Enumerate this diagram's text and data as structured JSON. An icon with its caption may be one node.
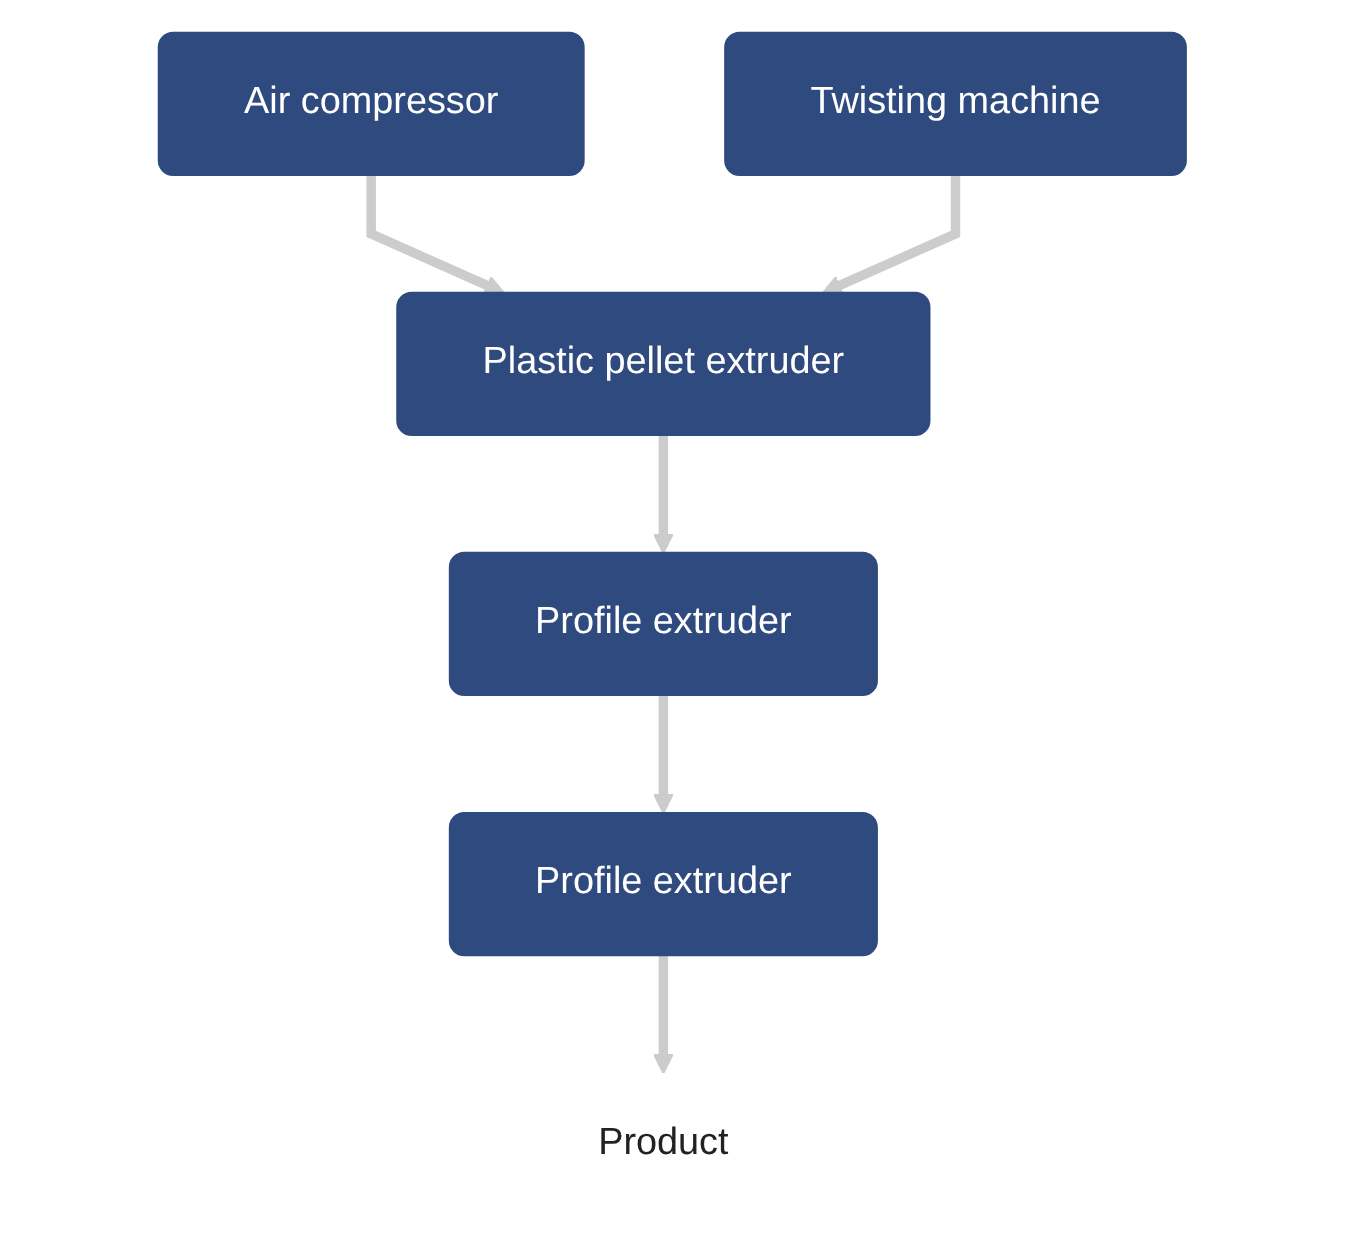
{
  "diagram": {
    "nodes": [
      {
        "text": [
          "Air compressor"
        ]
      },
      {
        "text": [
          "Plastic pellet extruder"
        ]
      },
      {
        "text": [
          "Profile extruder"
        ]
      },
      {
        "text": [
          "Twisting machine"
        ]
      },
      {
        "text": [
          "Profile extruder"
        ]
      },
      {
        "text": [
          "Product"
        ]
      }
    ],
    "edges": [
      {
        "from": 0,
        "to": 1,
        "arrow": "to"
      },
      {
        "from": 3,
        "to": 1,
        "arrow": "to"
      },
      {
        "from": 1,
        "to": 2,
        "arrow": "to"
      },
      {
        "from": 2,
        "to": 4,
        "arrow": "to"
      },
      {
        "from": 4,
        "to": 5,
        "arrow": "to"
      }
    ]
  }
}
